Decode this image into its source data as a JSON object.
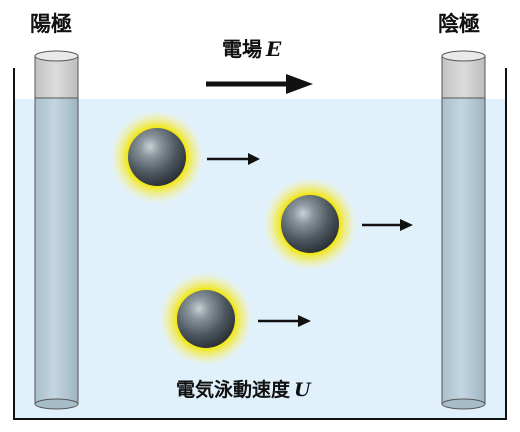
{
  "labels": {
    "anode": "陽極",
    "cathode": "陰極",
    "electric_field": "電場",
    "electric_field_symbol": "E",
    "mobility": "電気泳動速度",
    "mobility_symbol": "U"
  },
  "particle_count": 3,
  "colors": {
    "liquid": "#e1f1fb",
    "electrode_body": "#b9cdd9",
    "electrode_top": "#cfcfcf",
    "halo": "#f2e600",
    "particle": "#5a6670",
    "arrow": "#111111"
  }
}
